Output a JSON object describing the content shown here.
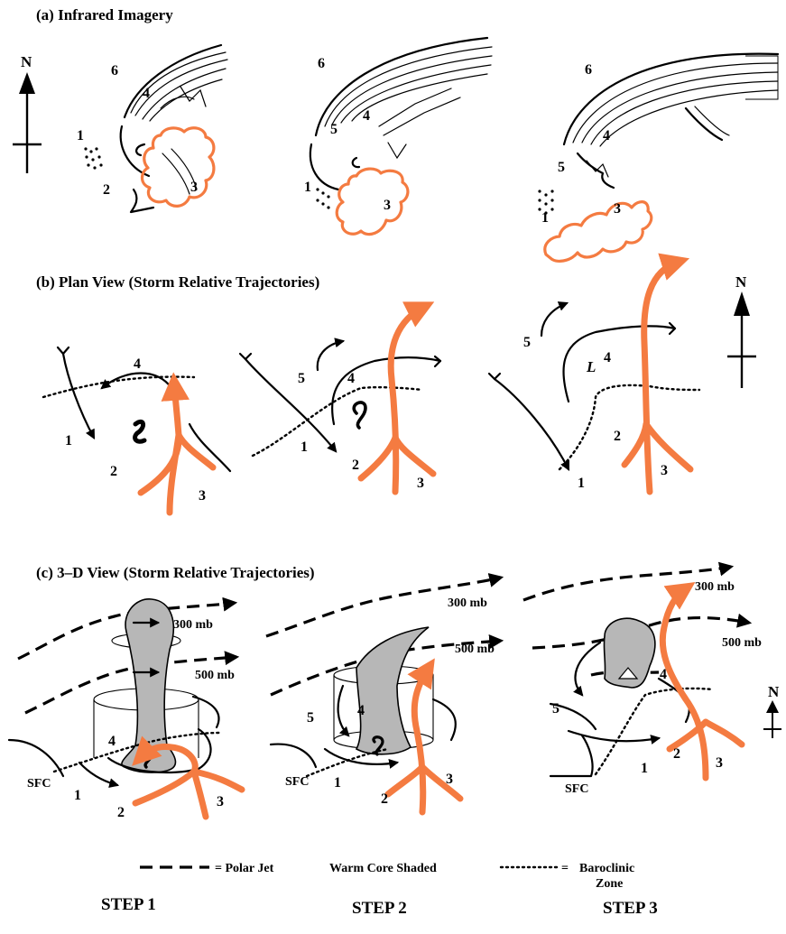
{
  "panels": {
    "a_title": "(a) Infrared Imagery",
    "b_title": "(b) Plan View (Storm Relative Trajectories)",
    "c_title": "(c) 3–D View (Storm Relative Trajectories)"
  },
  "north_label": "N",
  "stream_numbers": {
    "n1": "1",
    "n2": "2",
    "n3": "3",
    "n4": "4",
    "n5": "5",
    "n6": "6"
  },
  "low_label": "L",
  "levels": {
    "upper": "300 mb",
    "mid": "500 mb",
    "surface": "SFC"
  },
  "legend": {
    "polar_jet": "= Polar Jet",
    "warm_core": "Warm Core Shaded",
    "baroclinic_eq": "=",
    "baroclinic_1": "Baroclinic",
    "baroclinic_2": "Zone"
  },
  "steps": [
    "STEP 1",
    "STEP 2",
    "STEP 3"
  ],
  "colors": {
    "highlight": "#f47b41",
    "warm_core": "#b7b7b7",
    "ink": "#000000"
  }
}
